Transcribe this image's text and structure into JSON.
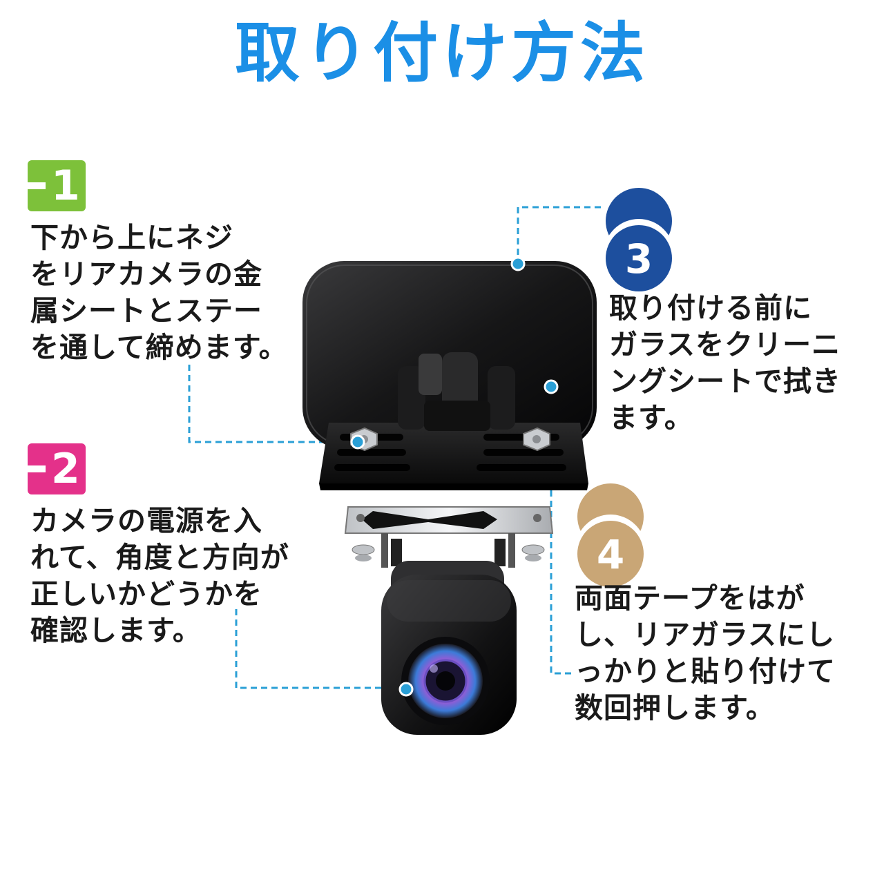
{
  "title": "取り付け方法",
  "steps": [
    {
      "number": "1",
      "color": "#7dc13a",
      "lines": [
        "下から上にネジ",
        "をリアカメラの金",
        "属シートとステー",
        "を通して締めます。"
      ]
    },
    {
      "number": "2",
      "color": "#e4318a",
      "lines": [
        "カメラの電源を入",
        "れて、角度と方向が",
        "正しいかどうかを",
        "確認します。"
      ]
    },
    {
      "number": "3",
      "color": "#1d4f9e",
      "lines": [
        "取り付ける前に",
        "ガラスをクリーニ",
        "ングシートで拭き",
        "ます。"
      ]
    },
    {
      "number": "4",
      "color": "#c9a676",
      "lines": [
        "両面テープをはが",
        "し、リアガラスにし",
        "っかりと貼り付けて",
        "数回押します。"
      ]
    }
  ],
  "colors": {
    "title": "#1b8fe6",
    "leader_line": "#2a9fd6"
  },
  "illustration": {
    "icons": [
      "adhesive-plate",
      "mount-bracket",
      "camera-body",
      "camera-lens"
    ]
  }
}
